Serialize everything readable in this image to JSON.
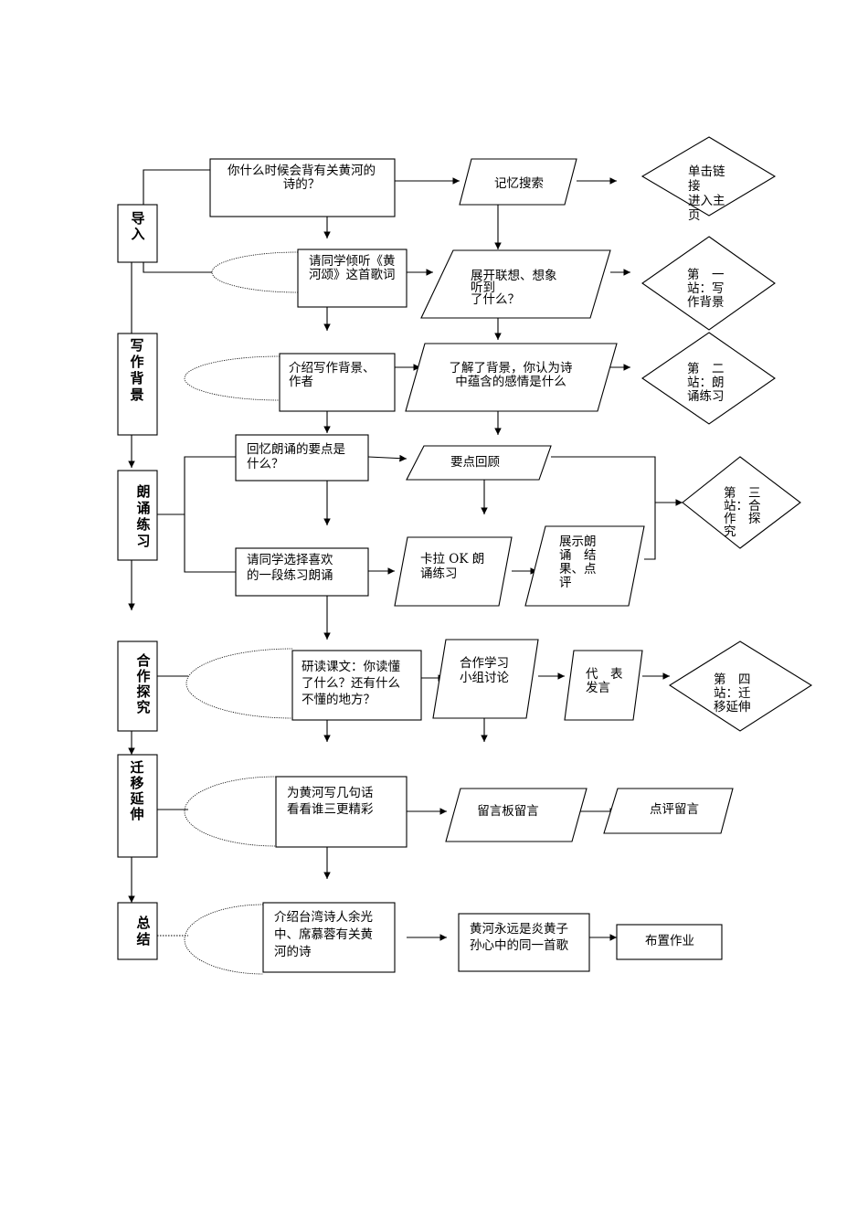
{
  "stages": {
    "intro": "导入",
    "background": "写作背景",
    "recitation": "朗诵练习",
    "cooperation": "合作探究",
    "extension": "迁移延伸",
    "summary": "总结"
  },
  "steps": {
    "q_memorize": [
      "你什么时候会背有关黄河的",
      "诗的？"
    ],
    "memory_search": [
      "记忆搜索"
    ],
    "portal": [
      "单击链",
      "接",
      "进入主",
      "页"
    ],
    "listen": [
      "请同学倾听《黄",
      "河颂》这首歌词"
    ],
    "imagine": [
      "展开联想、想象",
      "听到",
      "了什么？"
    ],
    "station1": [
      "第　一",
      "站：写",
      "作背景"
    ],
    "intro_background": [
      "介绍写作背景、",
      "作者"
    ],
    "emotion": [
      "了解了背景，你认为诗",
      "中蕴含的感情是什么"
    ],
    "station2": [
      "第　二",
      "站：朗",
      "诵练习"
    ],
    "recall_points": [
      "回忆朗诵的要点是",
      "什么？"
    ],
    "points_review": [
      "要点回顾"
    ],
    "station3": [
      "第　三",
      "站：合",
      "作　探",
      "究"
    ],
    "choose_paragraph": [
      "请同学选择喜欢",
      "的一段练习朗诵"
    ],
    "karaoke": [
      "卡拉 OK 朗",
      "诵练习"
    ],
    "show_results": [
      "展示朗",
      "诵　结",
      "果、点",
      "评"
    ],
    "study_text": [
      "研读课文：你读懂",
      "了什么？还有什么",
      "不懂的地方？"
    ],
    "group_discussion": [
      "合作学习",
      "小组讨论"
    ],
    "representative": [
      "代　表",
      "发言"
    ],
    "station4": [
      "第　四",
      "站：迁",
      "移延伸"
    ],
    "write_lines": [
      "为黄河写几句话",
      "看看谁三更精彩"
    ],
    "message_board": [
      "留言板留言"
    ],
    "comment_message": [
      "点评留言"
    ],
    "taiwan_poets": [
      "介绍台湾诗人余光",
      "中、席慕蓉有关黄",
      "河的诗"
    ],
    "common_song": [
      "黄河永远是炎黄子",
      "孙心中的同一首歌"
    ],
    "homework": [
      "布置作业"
    ]
  }
}
